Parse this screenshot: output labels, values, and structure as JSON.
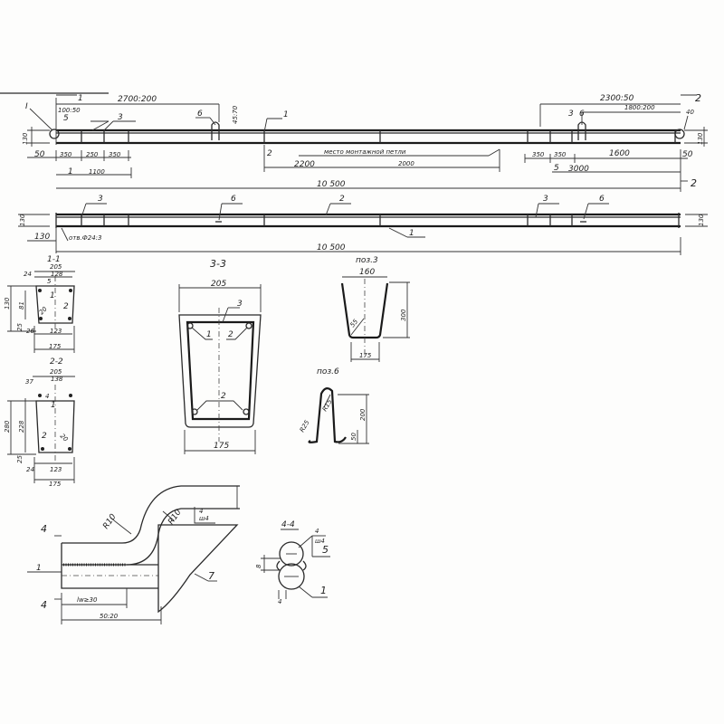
{
  "top_beam": {
    "dim_2700": "2700:200",
    "sec1": "1",
    "dim_100": "100:50",
    "pos5": "5",
    "pos3": "3",
    "pos6": "6",
    "pos1": "1",
    "dim_45": "45:70",
    "dim_130_l": "130",
    "dim_50_l": "50",
    "dim_350a": "350",
    "dim_250": "250",
    "dim_350b": "350",
    "pos2": "2",
    "dim_2200": "2200",
    "note": "место монтажной петли",
    "dim_2000": "2000",
    "dim_350c": "350",
    "dim_350d": "350",
    "dim_1600": "1600",
    "dim_50_r": "50",
    "sec5": "5",
    "dim_3000": "3000",
    "dim_10500": "10 500",
    "dim_1100": "1100",
    "sec1b": "1",
    "sec2a": "2",
    "sec2b": "2",
    "dim_2300": "2300:50",
    "dim_1800": "1800:200",
    "pos6r": "6",
    "pos3r": "3",
    "dim_40": "40",
    "dim_130_r": "130",
    "mark_I": "I"
  },
  "mid_beam": {
    "pos3a": "3",
    "pos6a": "6",
    "pos2": "2",
    "pos3b": "3",
    "pos6b": "6",
    "pos1": "1",
    "dim_130_l": "130",
    "dim_130_r": "130",
    "dim_130_b": "130",
    "hole": "отв.Ф24:3",
    "dim_10500": "10 500"
  },
  "section_1_1": {
    "title": "1-1",
    "w_top": "205",
    "d24": "24",
    "d128": "128",
    "d5": "5",
    "h130": "130",
    "h81": "81",
    "d25": "25",
    "d26": "26",
    "d123": "123",
    "w_bot": "175",
    "d20": "20",
    "pos1": "1",
    "pos2": "2"
  },
  "section_2_2": {
    "title": "2-2",
    "w_top": "205",
    "d37": "37",
    "d138": "138",
    "pos4": "4",
    "h280": "280",
    "h228": "228",
    "d25": "25",
    "d24": "24",
    "d123": "123",
    "w_bot": "175",
    "d20": "20",
    "pos1": "1",
    "pos2": "2"
  },
  "section_3_3": {
    "title": "3-3",
    "w_top": "205",
    "pos3": "3",
    "pos1": "1",
    "pos2a": "2",
    "pos2b": "2",
    "w_bot": "175"
  },
  "pos3_detail": {
    "title": "поз.3",
    "w": "160",
    "h": "300",
    "b": "175",
    "r": "55"
  },
  "pos6_detail": {
    "title": "поз.6",
    "h": "200",
    "h2": "50",
    "r1": "R25",
    "r2": "R15"
  },
  "weld_detail": {
    "sec4a": "4",
    "sec4b": "4",
    "r1": "R10",
    "r2": "R10",
    "weld_n": "4",
    "weld_t": "ш4",
    "pos1": "1",
    "lw": "lw≥30",
    "len": "50:20",
    "pos7": "7"
  },
  "section_4_4": {
    "title": "4-4",
    "weld_n": "4",
    "weld_t": "ш4",
    "pos5": "5",
    "pos1": "1",
    "d8": "8",
    "d4": "4"
  }
}
